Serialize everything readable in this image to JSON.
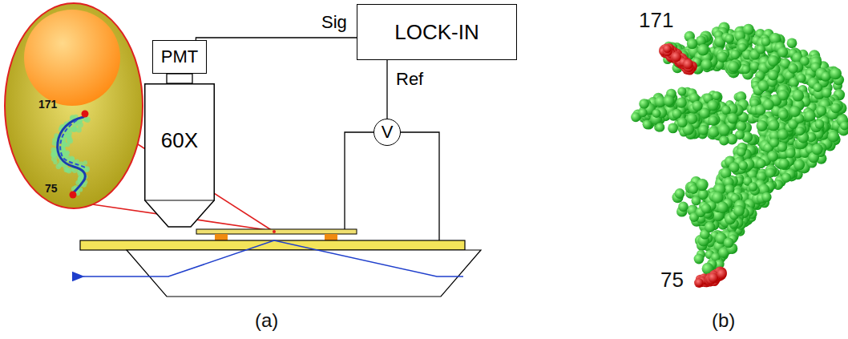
{
  "diagram": {
    "nodes": [
      {
        "text": [
          "PMT"
        ]
      },
      {
        "text": [
          "LOCK-IN"
        ]
      },
      {
        "text": [
          "60X"
        ]
      },
      {
        "text": [
          "V"
        ]
      }
    ],
    "edges": [
      {
        "from": 0,
        "to": 1,
        "label": "Sig",
        "arrow": "none"
      },
      {
        "from": 1,
        "to": 3,
        "label": "Ref",
        "arrow": "none"
      }
    ],
    "labels": [
      "171",
      "75",
      "171",
      "75",
      "(a)",
      "(b)"
    ]
  }
}
